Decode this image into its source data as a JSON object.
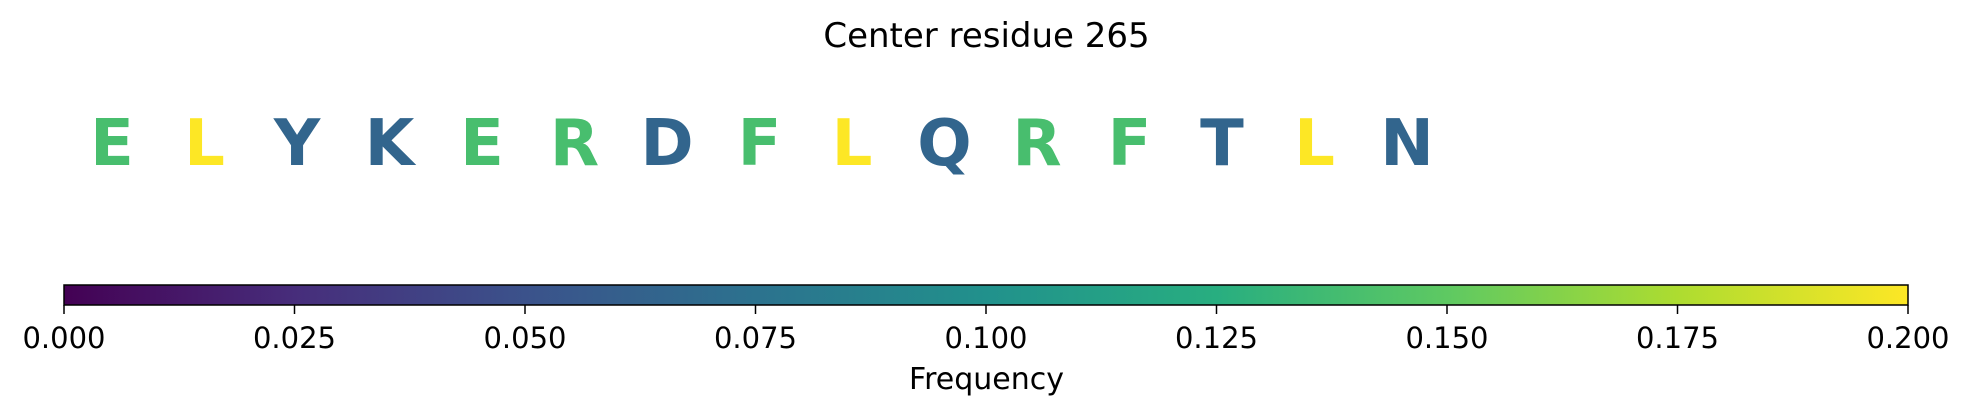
{
  "chart_data": {
    "type": "heatmap",
    "title": "Center residue 265",
    "sequence": [
      {
        "letter": "E",
        "value": 0.14
      },
      {
        "letter": "L",
        "value": 0.2
      },
      {
        "letter": "Y",
        "value": 0.065
      },
      {
        "letter": "K",
        "value": 0.065
      },
      {
        "letter": "E",
        "value": 0.14
      },
      {
        "letter": "R",
        "value": 0.14
      },
      {
        "letter": "D",
        "value": 0.065
      },
      {
        "letter": "F",
        "value": 0.14
      },
      {
        "letter": "L",
        "value": 0.2
      },
      {
        "letter": "Q",
        "value": 0.065
      },
      {
        "letter": "R",
        "value": 0.14
      },
      {
        "letter": "F",
        "value": 0.14
      },
      {
        "letter": "T",
        "value": 0.065
      },
      {
        "letter": "L",
        "value": 0.2
      },
      {
        "letter": "N",
        "value": 0.065
      }
    ],
    "colorbar": {
      "label": "Frequency",
      "range": [
        0.0,
        0.2
      ],
      "ticks": [
        0.0,
        0.025,
        0.05,
        0.075,
        0.1,
        0.125,
        0.15,
        0.175,
        0.2
      ],
      "tick_labels": [
        "0.000",
        "0.025",
        "0.050",
        "0.075",
        "0.100",
        "0.125",
        "0.150",
        "0.175",
        "0.200"
      ],
      "colormap": "viridis",
      "orientation": "horizontal"
    }
  }
}
